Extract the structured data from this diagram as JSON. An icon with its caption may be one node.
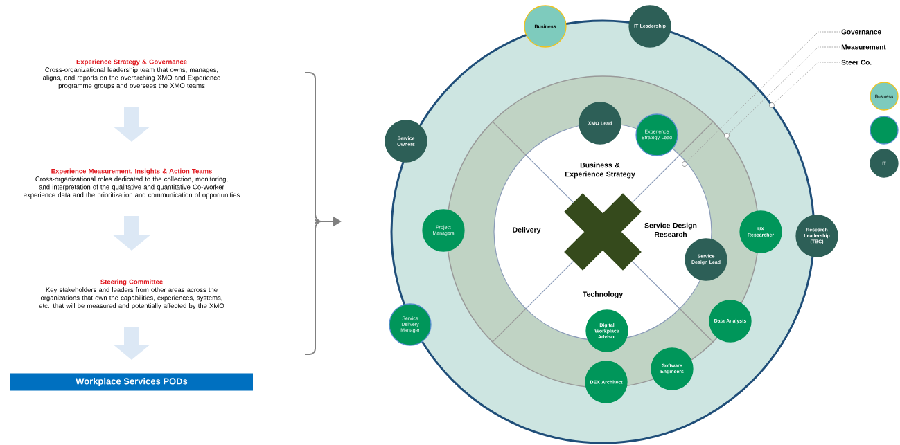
{
  "diagram": {
    "nodes": [
      {
        "text": [
          "Experience Strategy & Governance",
          "Cross-organizational leadership team that owns, manages, aligns, and reports on the overarching XMO and Experience programme groups and oversees the XMO teams"
        ]
      },
      {
        "text": [
          "Experience Measurement, Insights & Action Teams",
          "Cross-organizational roles dedicated to the collection, monitoring, and interpretation of the qualitative and quantitative Co-Worker experience data and the prioritization and communication of opportunities"
        ]
      },
      {
        "text": [
          "Steering Committee",
          "Key stakeholders and leaders from other areas across the organizations that own the capabilities, experiences, systems, etc. that will be measured and potentially affected by the XMO"
        ]
      },
      {
        "text": [
          "Workplace Services PODs"
        ]
      },
      {
        "text": [
          "Business"
        ]
      },
      {
        "text": [
          "IT Leadership"
        ]
      },
      {
        "text": [
          "Service Owners"
        ]
      },
      {
        "text": [
          "XMO Lead"
        ]
      },
      {
        "text": [
          "Experience Strategy Lead"
        ]
      },
      {
        "text": [
          "Project Managers"
        ]
      },
      {
        "text": [
          "UX Researcher"
        ]
      },
      {
        "text": [
          "Research Leadership (TBC)"
        ]
      },
      {
        "text": [
          "Service Design Lead"
        ]
      },
      {
        "text": [
          "Data Analysts"
        ]
      },
      {
        "text": [
          "Service Delivery Manager"
        ]
      },
      {
        "text": [
          "Digital Workplace Advisor"
        ]
      },
      {
        "text": [
          "Software Engineers"
        ]
      },
      {
        "text": [
          "DEX Architect"
        ]
      },
      {
        "text": [
          "Governance"
        ]
      },
      {
        "text": [
          "Measurement"
        ]
      },
      {
        "text": [
          "Steer Co."
        ]
      },
      {
        "text": [],
        "shape": "circle"
      },
      {
        "text": [],
        "shape": "circle"
      },
      {
        "text": [],
        "shape": "circle"
      },
      {
        "text": [
          "Business"
        ]
      },
      {
        "text": [],
        "shape": "circle"
      },
      {
        "text": [
          "IT"
        ]
      }
    ],
    "edges": [
      {
        "from": 0,
        "to": 1,
        "arrow": "to",
        "style": "thick",
        "color": "#dce8f5"
      },
      {
        "from": 1,
        "to": 2,
        "arrow": "to",
        "style": "thick",
        "color": "#dce8f5"
      },
      {
        "from": 2,
        "to": 3,
        "arrow": "to",
        "style": "thick",
        "color": "#dce8f5"
      },
      {
        "from": 18,
        "to": 21,
        "arrow": "none",
        "style": "dashed",
        "color": "#999999"
      },
      {
        "from": 19,
        "to": 22,
        "arrow": "none",
        "style": "dashed",
        "color": "#999999"
      },
      {
        "from": 20,
        "to": 23,
        "arrow": "none",
        "style": "dashed",
        "color": "#999999"
      }
    ],
    "labels": [
      "Business & Experience Strategy",
      "Delivery",
      "Service Design Research",
      "Technology"
    ]
  }
}
